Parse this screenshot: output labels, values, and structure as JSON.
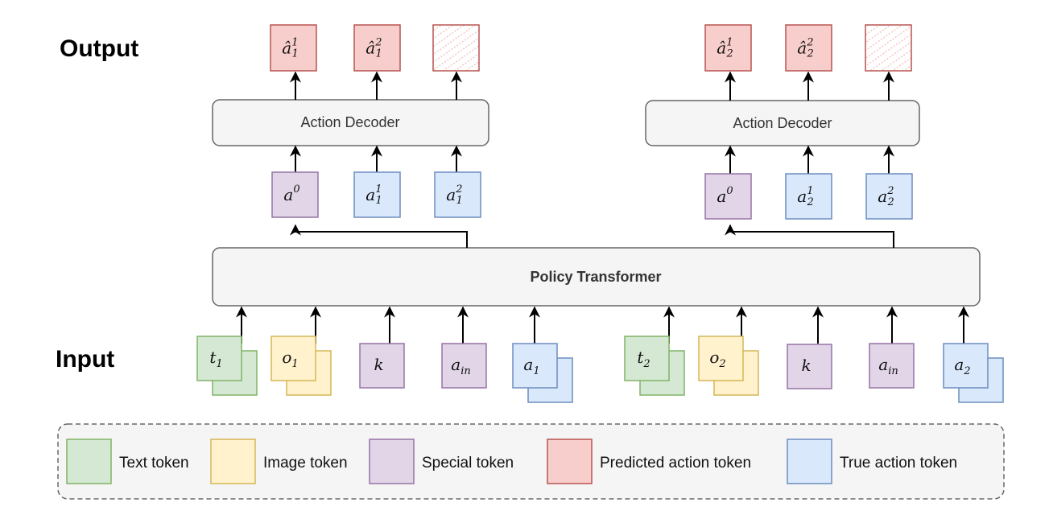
{
  "labels": {
    "output": "Output",
    "input": "Input",
    "decoder_left": "Action Decoder",
    "decoder_right": "Action Decoder",
    "policy": "Policy Transformer"
  },
  "colors": {
    "green_fill": "#d5e8d4",
    "green_stroke": "#82b366",
    "yellow_fill": "#fff2cc",
    "yellow_stroke": "#d6b656",
    "purple_fill": "#e1d5e7",
    "purple_stroke": "#9673a6",
    "red_fill": "#f8cecc",
    "red_stroke": "#b85450",
    "blue_fill": "#dae8fc",
    "blue_stroke": "#6c8ebf",
    "block_fill": "#f5f5f5",
    "block_stroke": "#666666"
  },
  "output_tokens": {
    "left": [
      {
        "base": "â",
        "sup": "1",
        "sub": "1"
      },
      {
        "base": "â",
        "sup": "2",
        "sub": "1"
      },
      {
        "base": "",
        "sup": "",
        "sub": "",
        "hatched": true
      }
    ],
    "right": [
      {
        "base": "â",
        "sup": "1",
        "sub": "2"
      },
      {
        "base": "â",
        "sup": "2",
        "sub": "2"
      },
      {
        "base": "",
        "sup": "",
        "sub": "",
        "hatched": true
      }
    ]
  },
  "decoder_inputs": {
    "left": [
      {
        "base": "a",
        "sup": "0",
        "sub": ""
      },
      {
        "base": "a",
        "sup": "1",
        "sub": "1"
      },
      {
        "base": "a",
        "sup": "2",
        "sub": "1"
      }
    ],
    "right": [
      {
        "base": "a",
        "sup": "0",
        "sub": ""
      },
      {
        "base": "a",
        "sup": "1",
        "sub": "2"
      },
      {
        "base": "a",
        "sup": "2",
        "sub": "2"
      }
    ]
  },
  "input_tokens": [
    {
      "base": "t",
      "sub": "1"
    },
    {
      "base": "o",
      "sub": "1"
    },
    {
      "base": "k",
      "sub": ""
    },
    {
      "base": "a",
      "sub": "in"
    },
    {
      "base": "a",
      "sub": "1"
    },
    {
      "base": "t",
      "sub": "2"
    },
    {
      "base": "o",
      "sub": "2"
    },
    {
      "base": "k",
      "sub": ""
    },
    {
      "base": "a",
      "sub": "in"
    },
    {
      "base": "a",
      "sub": "2"
    }
  ],
  "legend": [
    {
      "label": "Text token",
      "color": "green"
    },
    {
      "label": "Image token",
      "color": "yellow"
    },
    {
      "label": "Special token",
      "color": "purple"
    },
    {
      "label": "Predicted action token",
      "color": "red"
    },
    {
      "label": "True action token",
      "color": "blue"
    }
  ]
}
